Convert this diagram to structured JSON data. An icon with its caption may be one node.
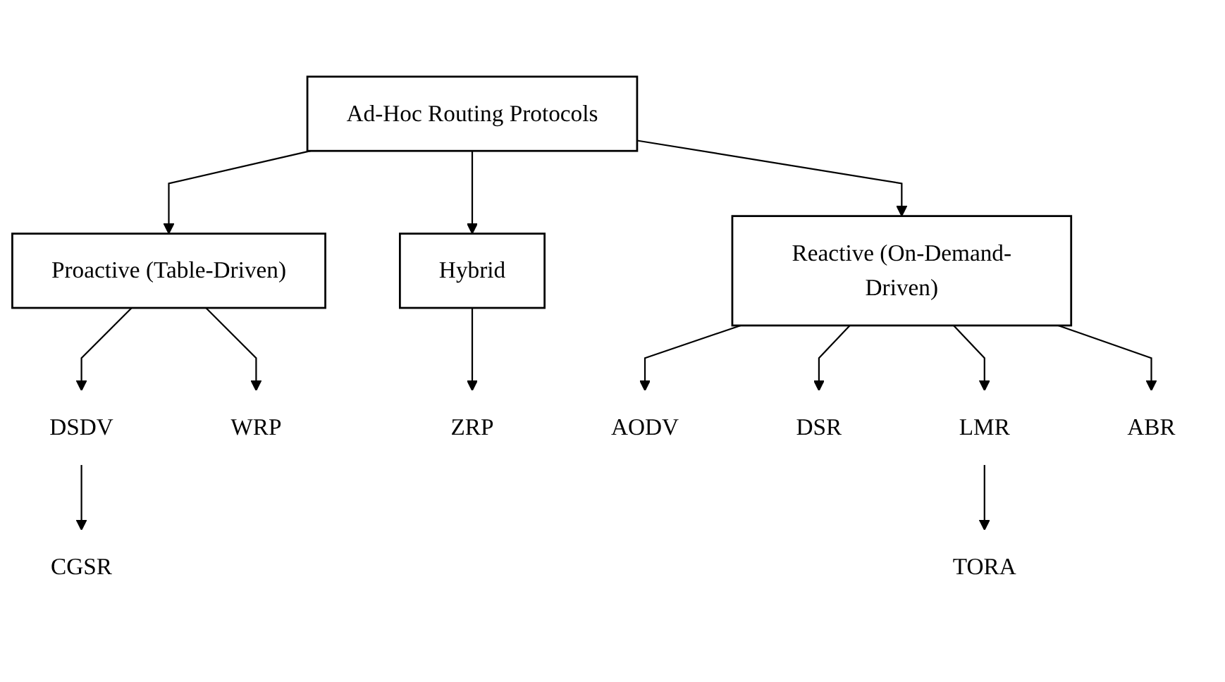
{
  "diagram": {
    "nodes": [
      {
        "text": [
          "Ad-Hoc Routing Protocols"
        ]
      },
      {
        "text": [
          "Proactive (Table-Driven)"
        ]
      },
      {
        "text": [
          "Hybrid"
        ]
      },
      {
        "text": [
          "Reactive (On-Demand-Driven)"
        ]
      },
      {
        "text": [
          "DSDV"
        ]
      },
      {
        "text": [
          "WRP"
        ]
      },
      {
        "text": [
          "ZRP"
        ]
      },
      {
        "text": [
          "AODV"
        ]
      },
      {
        "text": [
          "DSR"
        ]
      },
      {
        "text": [
          "LMR"
        ]
      },
      {
        "text": [
          "ABR"
        ]
      },
      {
        "text": [
          "CGSR"
        ]
      },
      {
        "text": [
          "TORA"
        ]
      }
    ],
    "edges": [
      {
        "from": 0,
        "to": 1,
        "arrow": "to"
      },
      {
        "from": 0,
        "to": 2,
        "arrow": "to"
      },
      {
        "from": 0,
        "to": 3,
        "arrow": "to"
      },
      {
        "from": 1,
        "to": 4,
        "arrow": "to"
      },
      {
        "from": 1,
        "to": 5,
        "arrow": "to"
      },
      {
        "from": 2,
        "to": 6,
        "arrow": "to"
      },
      {
        "from": 3,
        "to": 7,
        "arrow": "to"
      },
      {
        "from": 3,
        "to": 8,
        "arrow": "to"
      },
      {
        "from": 3,
        "to": 9,
        "arrow": "to"
      },
      {
        "from": 3,
        "to": 10,
        "arrow": "to"
      },
      {
        "from": 4,
        "to": 11,
        "arrow": "to"
      },
      {
        "from": 9,
        "to": 12,
        "arrow": "to"
      }
    ]
  }
}
